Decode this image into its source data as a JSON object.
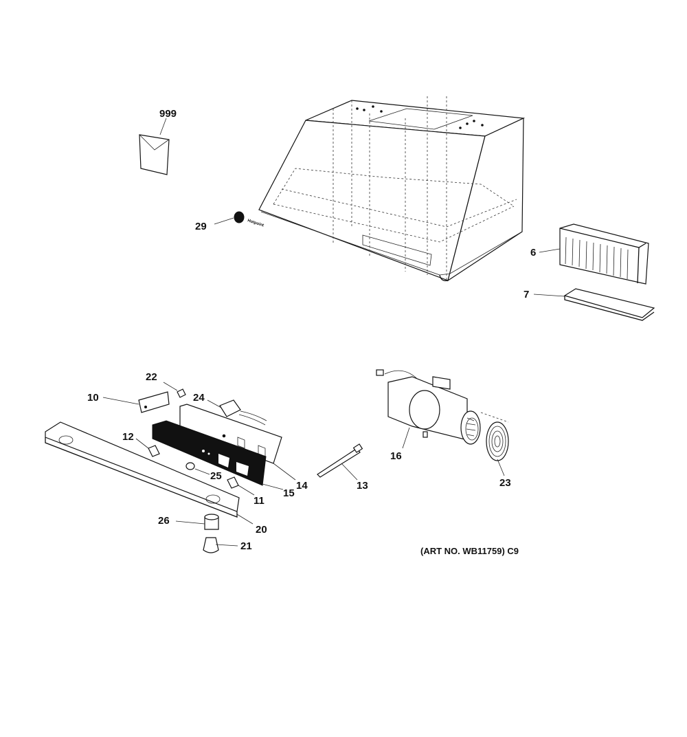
{
  "callouts": {
    "c999": "999",
    "c29": "29",
    "c6": "6",
    "c7": "7",
    "c22": "22",
    "c10": "10",
    "c24": "24",
    "c12": "12",
    "c25": "25",
    "c11": "11",
    "c15": "15",
    "c14": "14",
    "c13": "13",
    "c16": "16",
    "c23": "23",
    "c26": "26",
    "c20": "20",
    "c21": "21"
  },
  "art_number": "(ART NO. WB11759) C9",
  "bezel_text": "Hotpoint",
  "colors": {
    "ink": "#111111",
    "paper": "#ffffff"
  }
}
